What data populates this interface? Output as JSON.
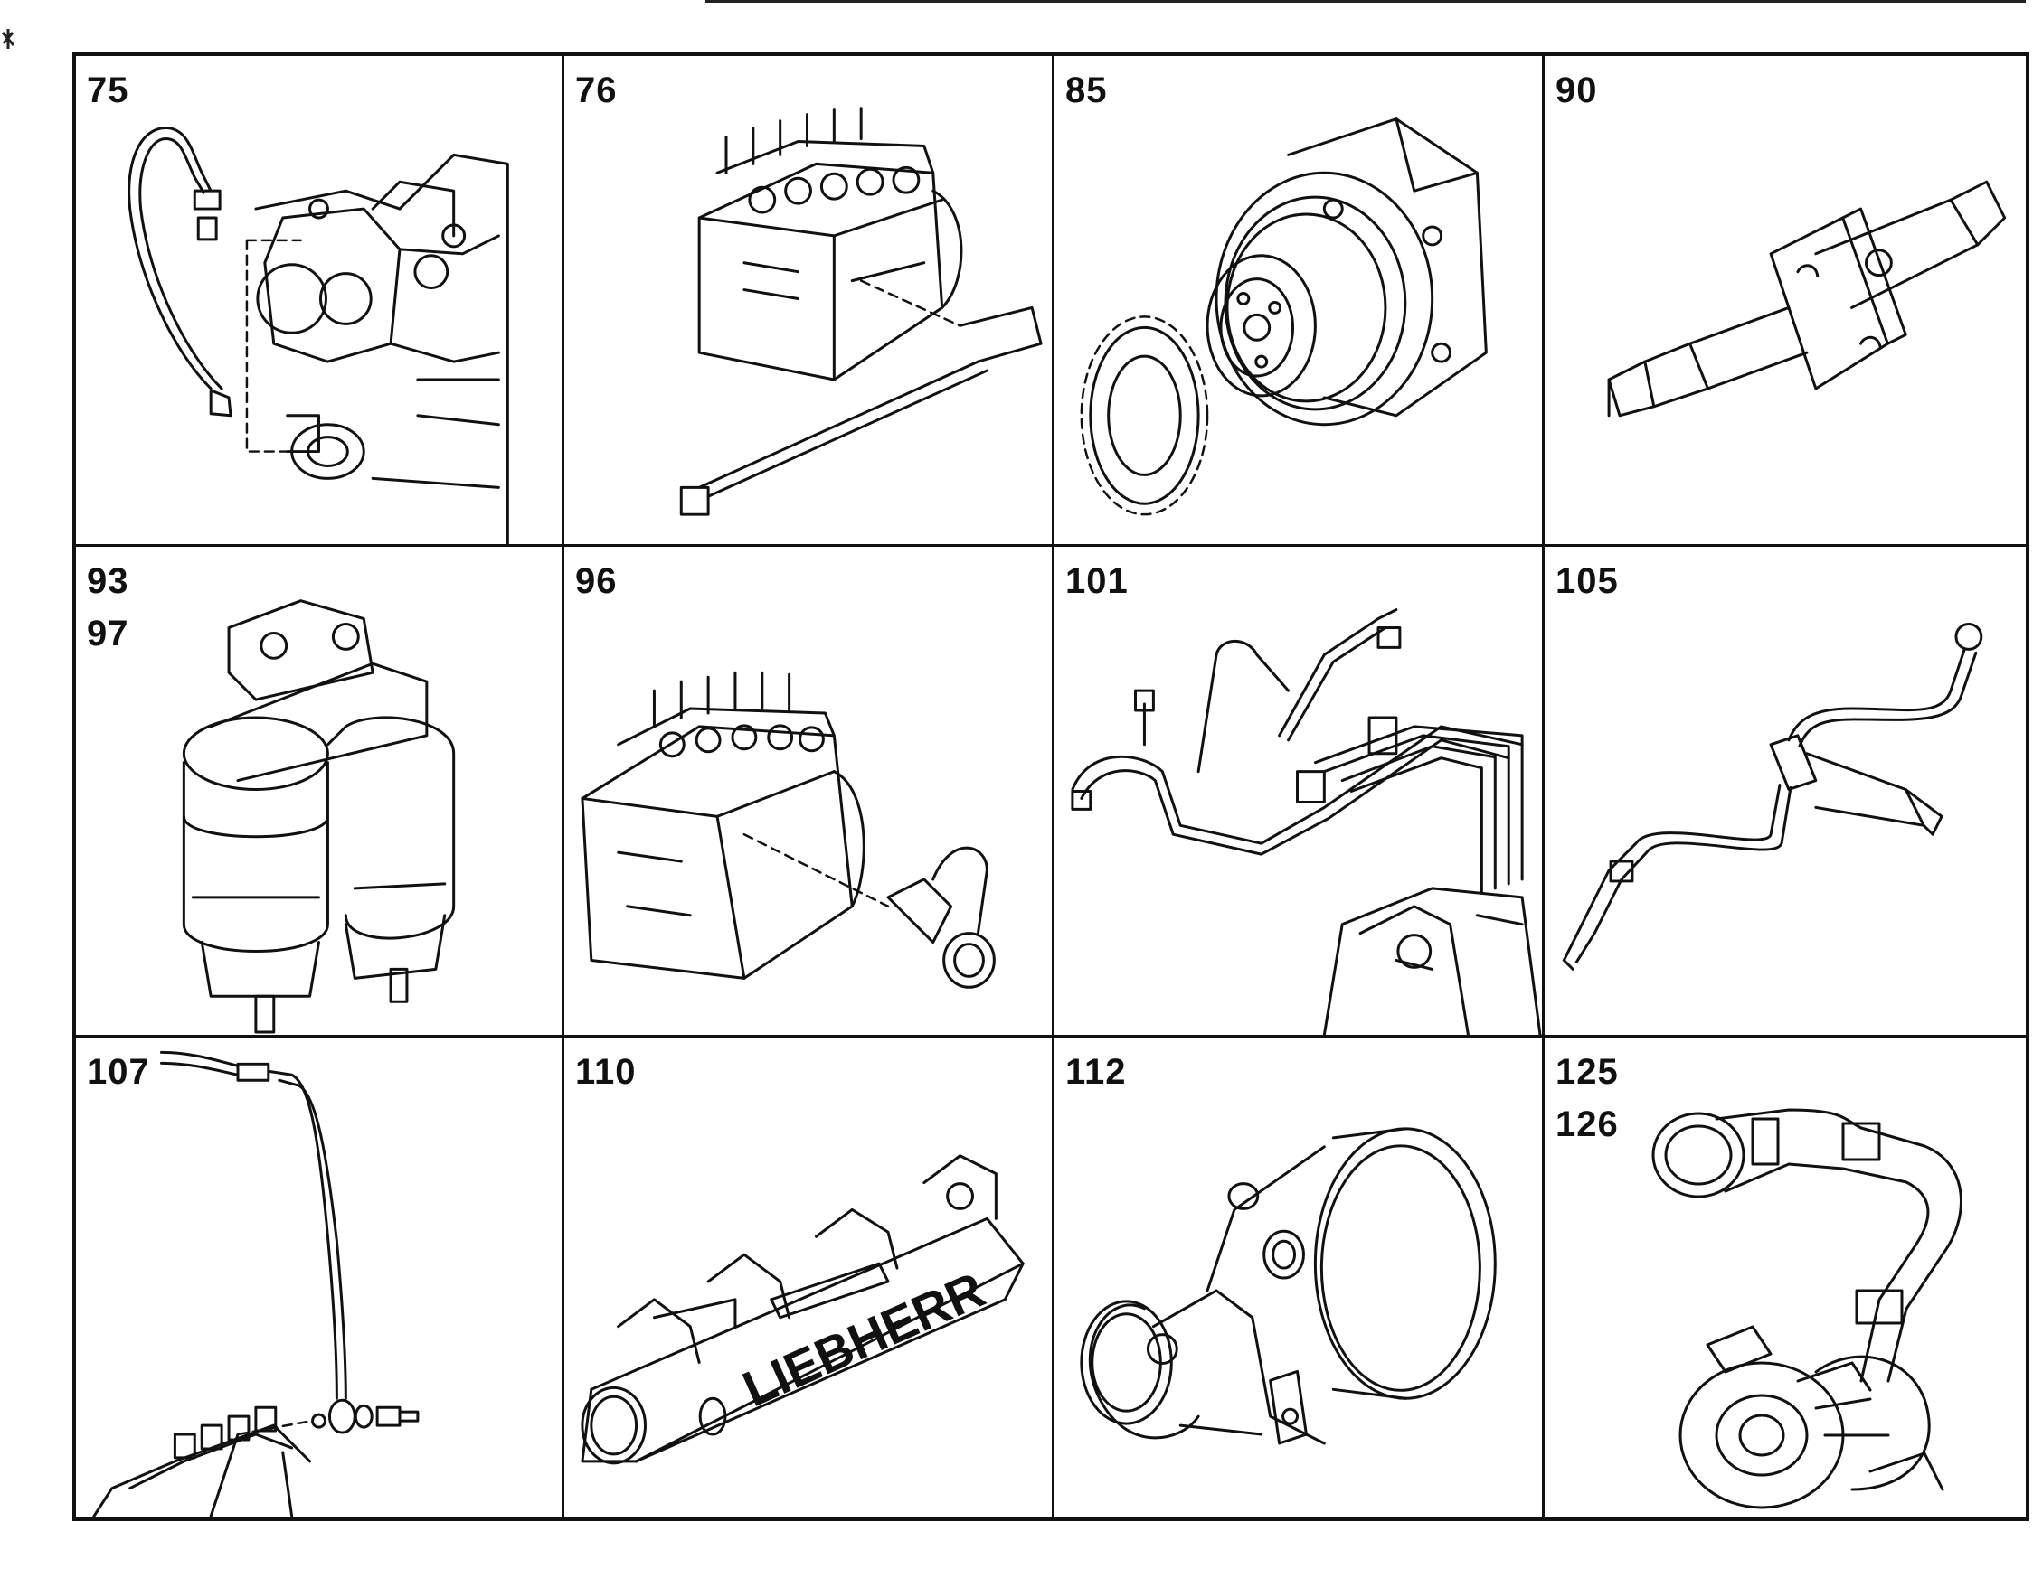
{
  "cells": [
    {
      "labels": [
        "75"
      ],
      "icon": "fuel-line-to-pump"
    },
    {
      "labels": [
        "76"
      ],
      "icon": "injection-pump-with-line"
    },
    {
      "labels": [
        "85"
      ],
      "icon": "pulley-and-gear-housing"
    },
    {
      "labels": [
        "90"
      ],
      "icon": "injector-nozzle"
    },
    {
      "labels": [
        "93",
        "97"
      ],
      "icon": "twin-fuel-filter"
    },
    {
      "labels": [
        "96"
      ],
      "icon": "injection-pump-with-fitting"
    },
    {
      "labels": [
        "101"
      ],
      "icon": "injection-line-set"
    },
    {
      "labels": [
        "105"
      ],
      "icon": "injector-with-line"
    },
    {
      "labels": [
        "107"
      ],
      "icon": "leak-off-line"
    },
    {
      "labels": [
        "110"
      ],
      "icon": "intake-manifold"
    },
    {
      "labels": [
        "112"
      ],
      "icon": "intake-elbow"
    },
    {
      "labels": [
        "125",
        "126"
      ],
      "icon": "turbocharger-with-hoses"
    }
  ],
  "manifold_lettering": "LIEBHERR"
}
